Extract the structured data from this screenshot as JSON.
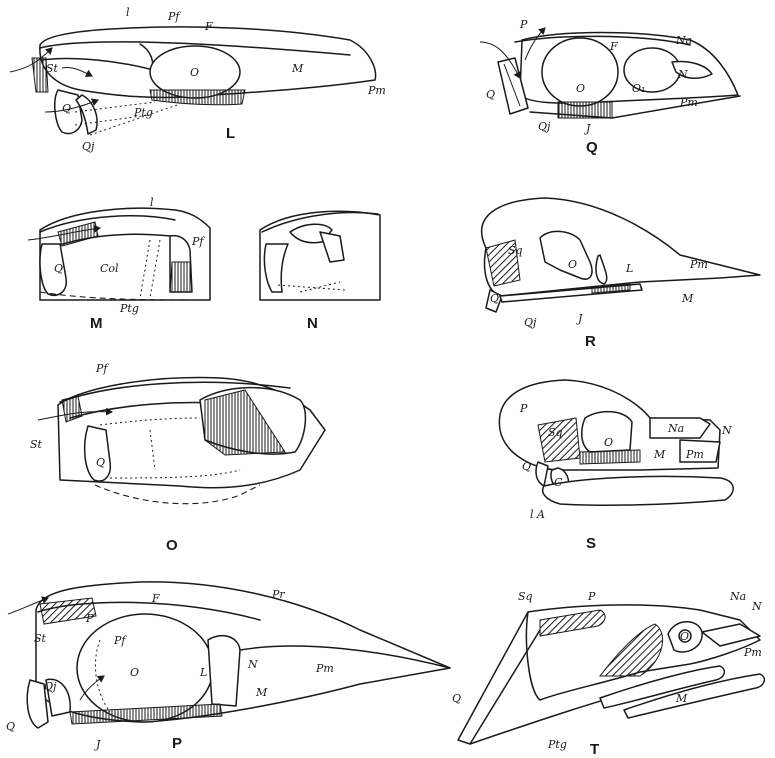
{
  "figures": {
    "L": {
      "caption": "L",
      "labels": {
        "l": "l",
        "pf": "Pf",
        "f": "F",
        "st": "St",
        "o": "O",
        "m": "M",
        "pm": "Pm",
        "q": "Q",
        "qj": "Qj",
        "ptg": "Ptg"
      }
    },
    "Q": {
      "caption": "Q",
      "labels": {
        "p": "P",
        "f": "F",
        "na": "Na",
        "n": "N",
        "o": "O",
        "o1": "O₁",
        "pm": "Pm",
        "q": "Q",
        "qj": "Qj",
        "j": "J"
      }
    },
    "M": {
      "caption": "M",
      "labels": {
        "l": "l",
        "pf": "Pf",
        "q": "Q",
        "col": "Col",
        "ptg": "Ptg"
      }
    },
    "N": {
      "caption": "N"
    },
    "R": {
      "caption": "R",
      "labels": {
        "sq": "Sq",
        "o": "O",
        "l": "L",
        "pm": "Pm",
        "q": "Q",
        "qj": "Qj",
        "j": "J",
        "m": "M"
      }
    },
    "O": {
      "caption": "O",
      "labels": {
        "pf": "Pf",
        "st": "St",
        "q": "Q"
      }
    },
    "S": {
      "caption": "S",
      "labels": {
        "p": "P",
        "sq": "Sq",
        "o": "O",
        "na": "Na",
        "n": "N",
        "m": "M",
        "pm": "Pm",
        "q": "Q",
        "c": "C",
        "la": "l A"
      }
    },
    "P": {
      "caption": "P",
      "labels": {
        "p": "P",
        "f": "F",
        "pr": "Pr",
        "st": "St",
        "pf": "Pf",
        "o": "O",
        "l": "L",
        "n": "N",
        "m": "M",
        "pm": "Pm",
        "qj": "Qj",
        "q": "Q",
        "j": "J"
      }
    },
    "T": {
      "caption": "T",
      "labels": {
        "sq": "Sq",
        "p": "P",
        "na": "Na",
        "n": "N",
        "o": "O",
        "pm": "Pm",
        "q": "Q",
        "m": "M",
        "ptg": "Ptg"
      }
    }
  }
}
